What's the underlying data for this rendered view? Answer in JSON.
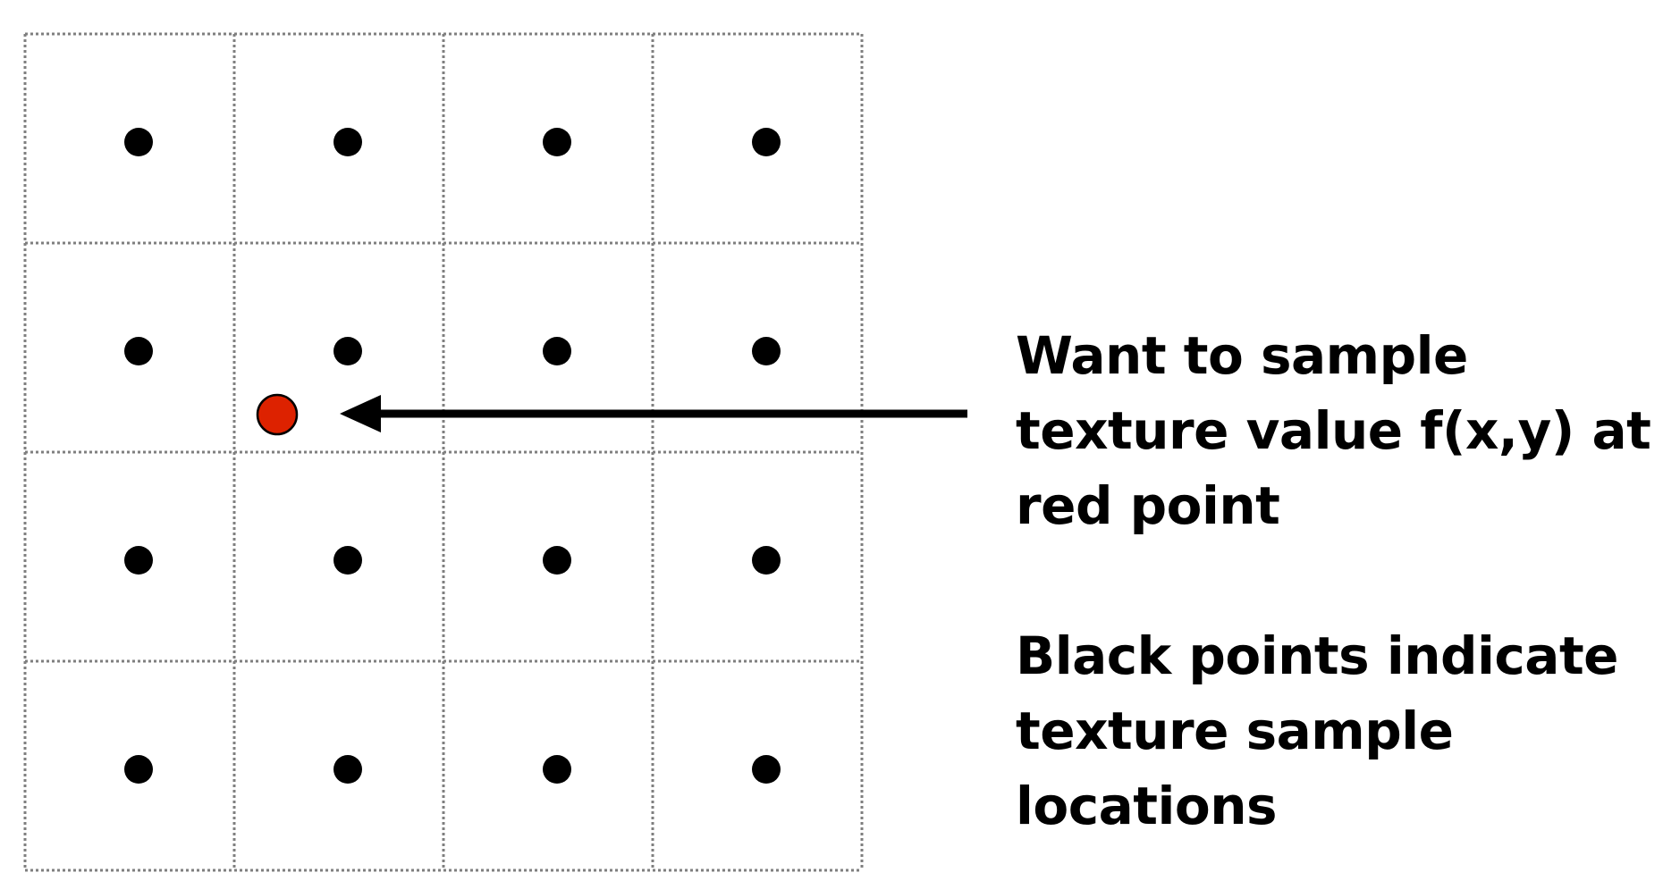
{
  "diagram": {
    "grid": {
      "rows": 4,
      "cols": 4
    },
    "colors": {
      "grid_line": "#7f7f7f",
      "sample_point": "#000000",
      "query_point": "#dd2200",
      "query_outline": "#000000",
      "arrow": "#000000",
      "text": "#000000"
    },
    "captions": {
      "target": {
        "lines": [
          "Want to sample",
          "texture value f(x,y) at",
          "red point"
        ]
      },
      "samples": {
        "lines": [
          "Black points indicate",
          "texture sample",
          "locations"
        ]
      }
    }
  }
}
